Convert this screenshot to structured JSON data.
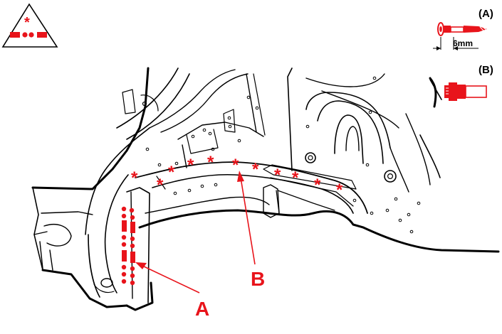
{
  "legend": {
    "tool_a_label": "(A)",
    "tool_b_label": "(B)",
    "drill_size": "6mm"
  },
  "callouts": {
    "a": "A",
    "b": "B"
  },
  "colors": {
    "accent": "#e8141b",
    "line": "#000000",
    "background": "#ffffff"
  },
  "icons": {
    "warning_triangle": "weld-spot-warning-triangle-icon",
    "tool_a": "spot-weld-drill-icon",
    "tool_b": "spot-weld-cutter-icon"
  }
}
